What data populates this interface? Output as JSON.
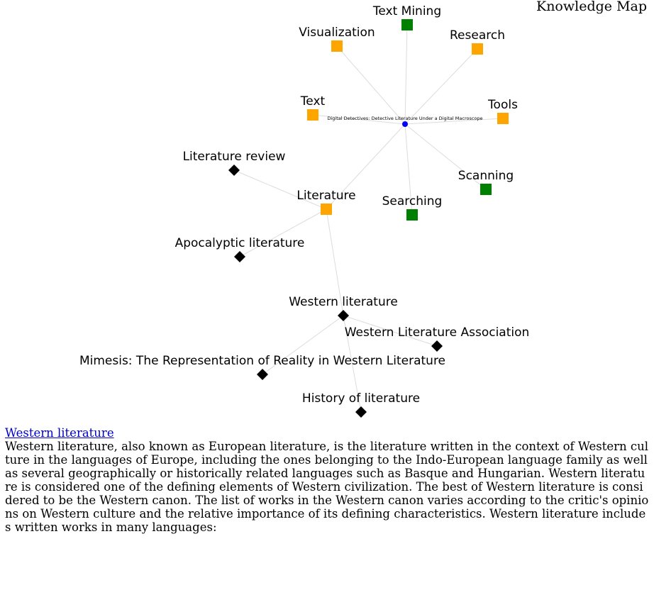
{
  "map_title": "Knowledge Map",
  "center_node": {
    "label": "Digital Detectives: Detective Literature Under a Digital Macroscope",
    "color": "#0000ff"
  },
  "nodes": [
    {
      "id": "text-mining",
      "label": "Text Mining",
      "shape": "square",
      "color": "#008000"
    },
    {
      "id": "visualization",
      "label": "Visualization",
      "shape": "square",
      "color": "#ffa500"
    },
    {
      "id": "research",
      "label": "Research",
      "shape": "square",
      "color": "#ffa500"
    },
    {
      "id": "text",
      "label": "Text",
      "shape": "square",
      "color": "#ffa500"
    },
    {
      "id": "tools",
      "label": "Tools",
      "shape": "square",
      "color": "#ffa500"
    },
    {
      "id": "scanning",
      "label": "Scanning",
      "shape": "square",
      "color": "#008000"
    },
    {
      "id": "searching",
      "label": "Searching",
      "shape": "square",
      "color": "#008000"
    },
    {
      "id": "literature",
      "label": "Literature",
      "shape": "square",
      "color": "#ffa500"
    },
    {
      "id": "literature-review",
      "label": "Literature review",
      "shape": "diamond",
      "color": "#000000"
    },
    {
      "id": "apocalyptic-literature",
      "label": "Apocalyptic literature",
      "shape": "diamond",
      "color": "#000000"
    },
    {
      "id": "western-literature",
      "label": "Western literature",
      "shape": "diamond",
      "color": "#000000"
    },
    {
      "id": "western-literature-association",
      "label": "Western Literature Association",
      "shape": "diamond",
      "color": "#000000"
    },
    {
      "id": "mimesis",
      "label": "Mimesis: The Representation of Reality in Western Literature",
      "shape": "diamond",
      "color": "#000000"
    },
    {
      "id": "history-of-literature",
      "label": "History of literature",
      "shape": "diamond",
      "color": "#000000"
    }
  ],
  "edges": [
    [
      "center",
      "text-mining"
    ],
    [
      "center",
      "visualization"
    ],
    [
      "center",
      "research"
    ],
    [
      "center",
      "text"
    ],
    [
      "center",
      "tools"
    ],
    [
      "center",
      "scanning"
    ],
    [
      "center",
      "searching"
    ],
    [
      "center",
      "literature"
    ],
    [
      "literature",
      "literature-review"
    ],
    [
      "literature",
      "apocalyptic-literature"
    ],
    [
      "literature",
      "western-literature"
    ],
    [
      "western-literature",
      "western-literature-association"
    ],
    [
      "western-literature",
      "mimesis"
    ],
    [
      "western-literature",
      "history-of-literature"
    ]
  ],
  "detail": {
    "link_label": "Western literature",
    "text": "Western literature, also known as European literature, is the literature written in the context of Western culture in the languages of Europe, including the ones belonging to the Indo-European language family as well as several geographically or historically related languages such as Basque and Hungarian. Western literature is considered one of the defining elements of Western civilization. The best of Western literature is considered to be the Western canon. The list of works in the Western canon varies according to the critic's opinions on Western culture and the relative importance of its defining characteristics. Western literature includes written works in many languages:"
  }
}
